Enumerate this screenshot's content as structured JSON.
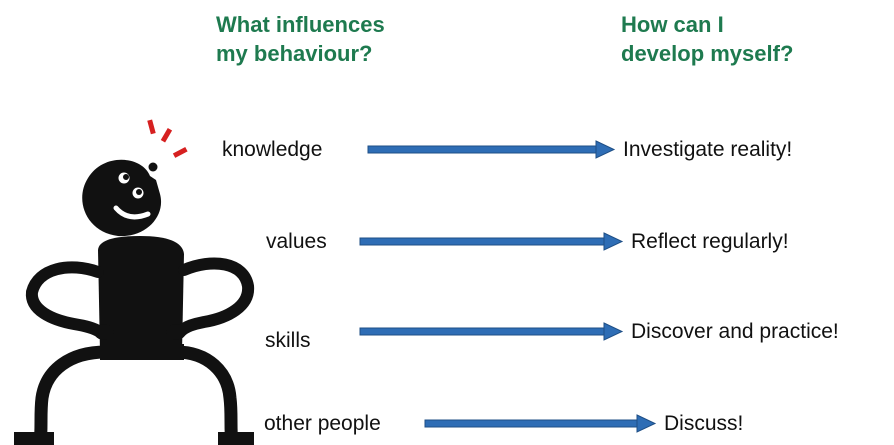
{
  "headings": {
    "left": "What influences\nmy behaviour?",
    "right": "How can I\ndevelop myself?"
  },
  "rows": [
    {
      "factor": "knowledge",
      "action": "Investigate reality!"
    },
    {
      "factor": "values",
      "action": "Reflect regularly!"
    },
    {
      "factor": "skills",
      "action": "Discover and practice!"
    },
    {
      "factor": "other people",
      "action": "Discuss!"
    }
  ],
  "colors": {
    "heading": "#1e7a4f",
    "arrow": "#2e6db5",
    "figure": "#111111",
    "accent": "#d62020"
  },
  "illustration": {
    "subject": "thinking stick figure",
    "icon": "exclamation-marks-icon"
  }
}
